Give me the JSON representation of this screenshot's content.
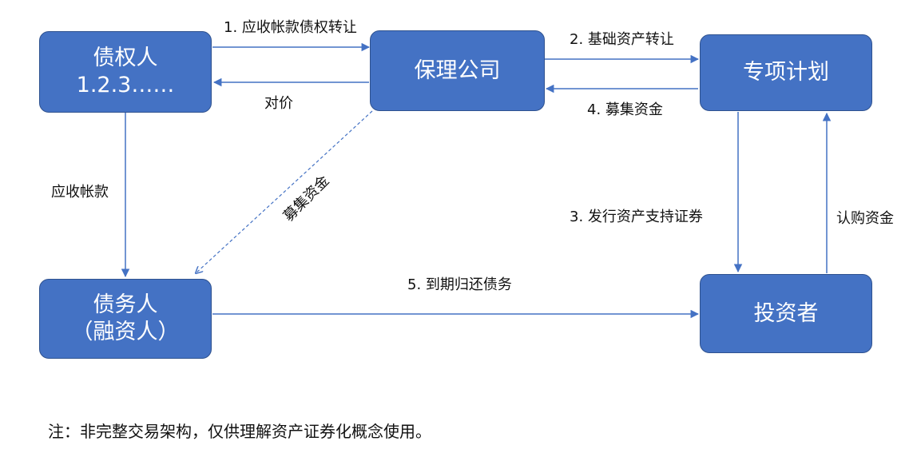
{
  "colors": {
    "node_fill": "#4472c4",
    "node_border": "#2f528f",
    "arrow": "#4472c4",
    "text": "#111111"
  },
  "nodes": {
    "creditor": {
      "line1": "债权人",
      "line2": "1.2.3……"
    },
    "factoring": {
      "label": "保理公司"
    },
    "plan": {
      "label": "专项计划"
    },
    "debtor": {
      "line1": "债务人",
      "line2": "（融资人）"
    },
    "investor": {
      "label": "投资者"
    }
  },
  "edges": {
    "e1": "1. 应收帐款债权转让",
    "e_consideration": "对价",
    "e2": "2. 基础资产转让",
    "e4": "4. 募集资金",
    "e_receivable": "应收帐款",
    "e_raised": "募集资金",
    "e3": "3. 发行资产支持证券",
    "e_subscribe": "认购资金",
    "e5": "5. 到期归还债务"
  },
  "note": "注：非完整交易架构，仅供理解资产证券化概念使用。"
}
